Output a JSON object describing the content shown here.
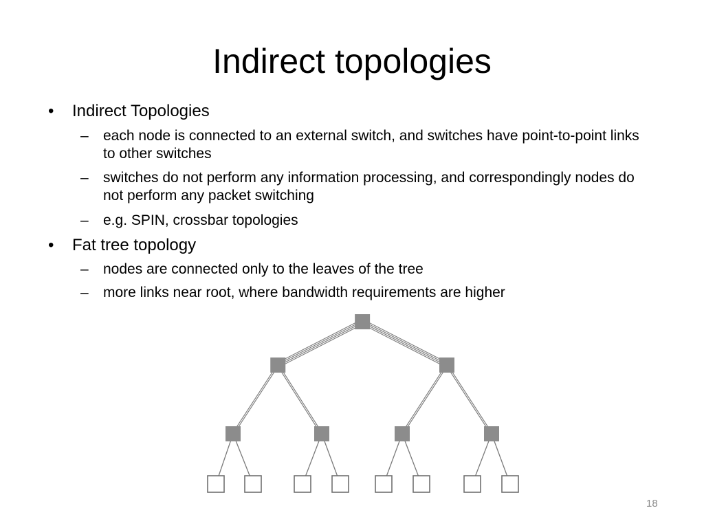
{
  "slide": {
    "title": "Indirect topologies",
    "page_number": "18"
  },
  "bullets": [
    {
      "bullet": "•",
      "text": "Indirect Topologies",
      "sub": [
        {
          "dash": "–",
          "text": "each node is connected to an external switch, and switches have point-to-point links to other switches"
        },
        {
          "dash": "–",
          "text": "switches do not perform any information processing, and correspondingly nodes do not perform any packet switching"
        },
        {
          "dash": "–",
          "text": "e.g. SPIN, crossbar topologies"
        }
      ]
    },
    {
      "bullet": "•",
      "text": "Fat tree topology",
      "sub": [
        {
          "dash": "–",
          "text": "nodes are connected only to the leaves of the tree"
        },
        {
          "dash": "–",
          "text": "more links near root, where bandwidth requirements are higher"
        }
      ]
    }
  ],
  "diagram": {
    "type": "fat-tree",
    "switch_color": "#8c8c8c",
    "node_border_color": "#6f6f6f",
    "link_color": "#7a7a7a",
    "levels": [
      {
        "role": "root-switch",
        "count": 1,
        "links_to_parent": 0
      },
      {
        "role": "switch",
        "count": 2,
        "links_to_parent": 4
      },
      {
        "role": "switch",
        "count": 4,
        "links_to_parent": 2
      },
      {
        "role": "node",
        "count": 8,
        "links_to_parent": 1
      }
    ]
  }
}
